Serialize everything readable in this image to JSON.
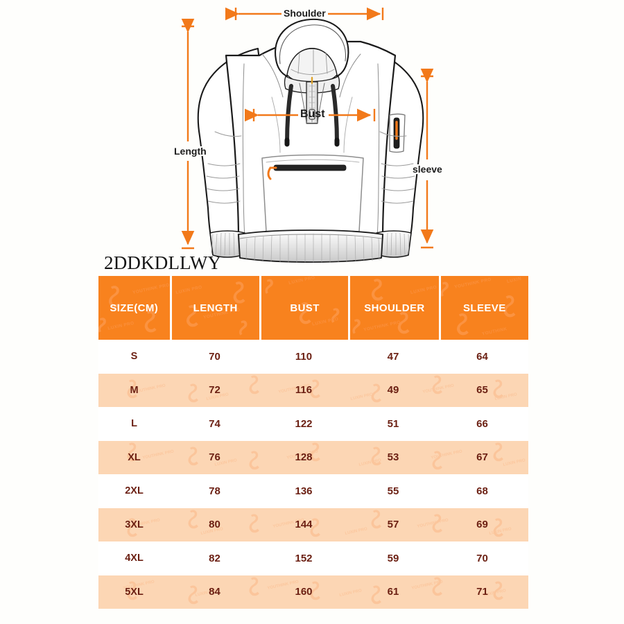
{
  "background_color": "#fefefc",
  "brand": {
    "name": "2DDKDLLWY"
  },
  "illustration": {
    "garment": "quarter-zip-hoodie-technical-sketch",
    "accent_color": "#f2791a",
    "measurement_labels": {
      "shoulder": "Shoulder",
      "bust": "Bust",
      "length": "Length",
      "sleeve": "sleeve"
    }
  },
  "watermark": {
    "text_primary": "LUXIN PRO",
    "text_secondary": "YOUTHINK PRO",
    "shape": "seahorse"
  },
  "table": {
    "header_bg": "#f8821e",
    "header_text_color": "#ffffff",
    "row_alt_bg": "#fcd6b4",
    "value_text_color": "#6b1f12",
    "columns": [
      "SIZE(CM)",
      "LENGTH",
      "BUST",
      "SHOULDER",
      "SLEEVE"
    ],
    "rows": [
      {
        "size": "S",
        "length": "70",
        "bust": "110",
        "shoulder": "47",
        "sleeve": "64"
      },
      {
        "size": "M",
        "length": "72",
        "bust": "116",
        "shoulder": "49",
        "sleeve": "65"
      },
      {
        "size": "L",
        "length": "74",
        "bust": "122",
        "shoulder": "51",
        "sleeve": "66"
      },
      {
        "size": "XL",
        "length": "76",
        "bust": "128",
        "shoulder": "53",
        "sleeve": "67"
      },
      {
        "size": "2XL",
        "length": "78",
        "bust": "136",
        "shoulder": "55",
        "sleeve": "68"
      },
      {
        "size": "3XL",
        "length": "80",
        "bust": "144",
        "shoulder": "57",
        "sleeve": "69"
      },
      {
        "size": "4XL",
        "length": "82",
        "bust": "152",
        "shoulder": "59",
        "sleeve": "70"
      },
      {
        "size": "5XL",
        "length": "84",
        "bust": "160",
        "shoulder": "61",
        "sleeve": "71"
      }
    ]
  }
}
